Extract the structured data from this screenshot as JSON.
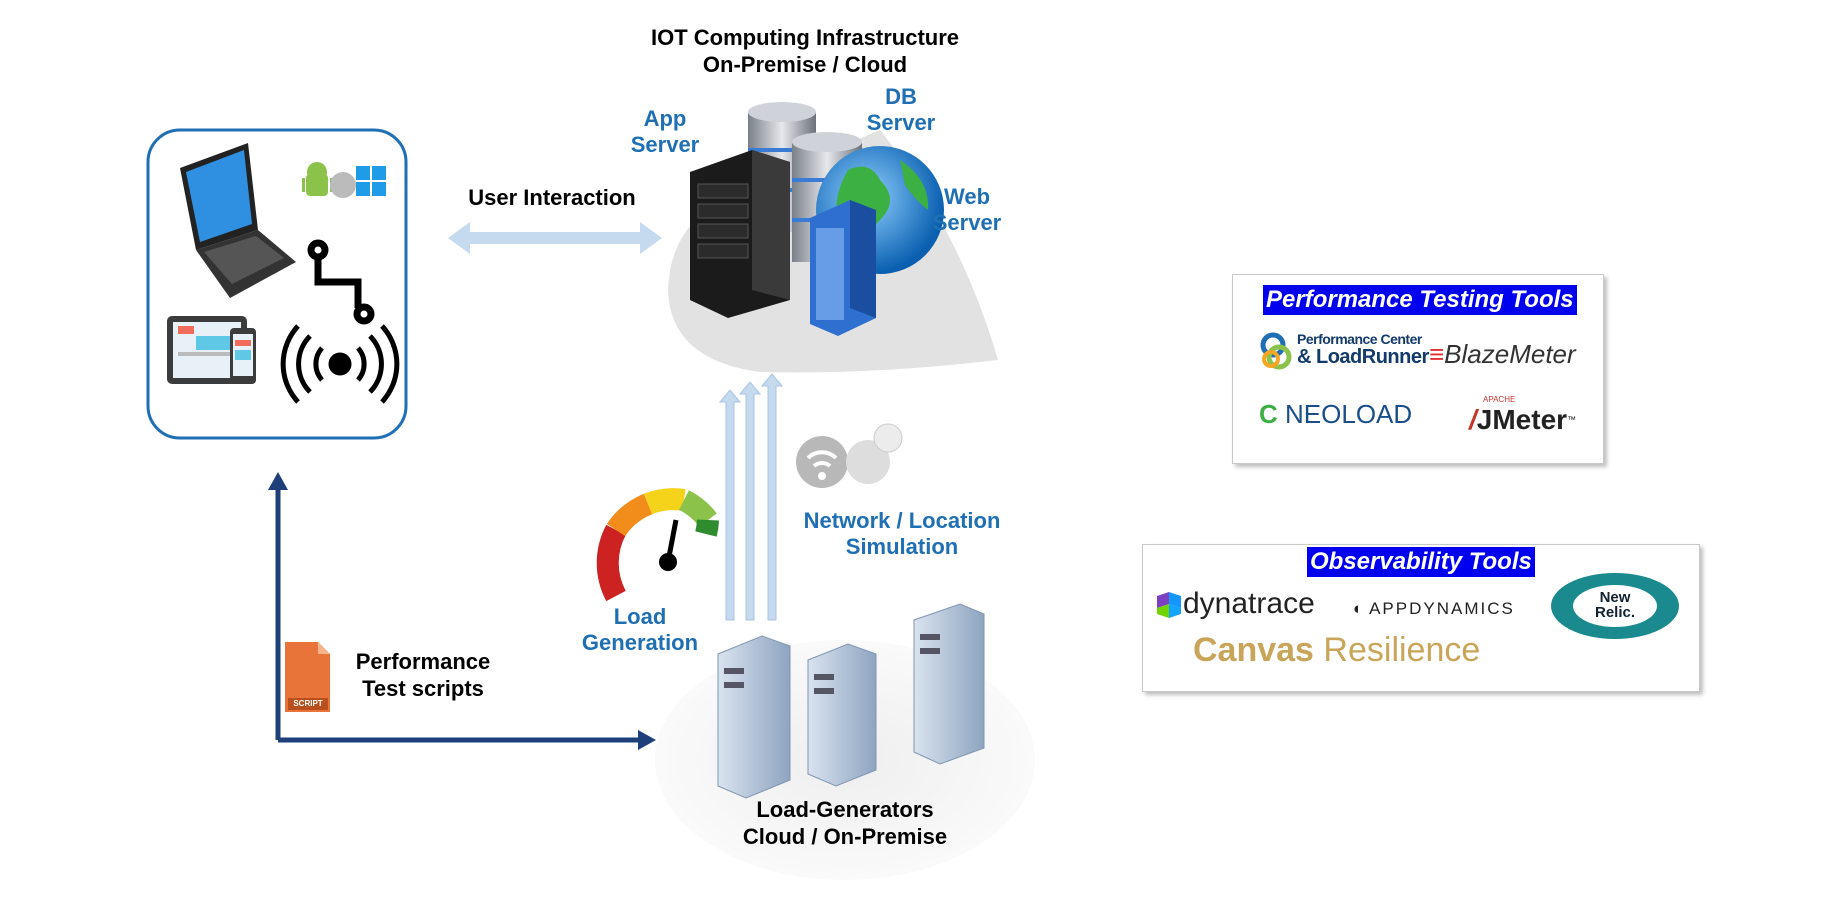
{
  "infra": {
    "title_line1": "IOT Computing Infrastructure",
    "title_line2": "On-Premise / Cloud"
  },
  "servers": {
    "app_line1": "App",
    "app_line2": "Server",
    "db_line1": "DB",
    "db_line2": "Server",
    "web_line1": "Web",
    "web_line2": "Server"
  },
  "user_interaction": "User Interaction",
  "network_sim": {
    "line1": "Network / Location",
    "line2": "Simulation"
  },
  "load_generation": {
    "line1": "Load",
    "line2": "Generation"
  },
  "scripts": {
    "line1": "Performance",
    "line2": "Test scripts",
    "icon_text": "SCRIPT"
  },
  "generators": {
    "line1": "Load-Generators",
    "line2": "Cloud / On-Premise"
  },
  "perf_tools": {
    "title": "Performance Testing Tools",
    "loadrunner_line1": "Performance Center",
    "loadrunner_line2": "& LoadRunner",
    "blazemeter": "BlazeMeter",
    "neoload": "NEOLOAD",
    "jmeter_small": "APACHE",
    "jmeter": "JMeter",
    "jmeter_tm": "™"
  },
  "obs_tools": {
    "title": "Observability Tools",
    "dynatrace": "dynatrace",
    "appdynamics": "APPDYNAMICS",
    "newrelic_line1": "New",
    "newrelic_line2": "Relic.",
    "canvas_a": "Canvas",
    "canvas_b": "Resilience"
  },
  "colors": {
    "primary_blue": "#1f6fb4",
    "dark_navy": "#1e3f7a",
    "light_arrow": "#c5d9ef",
    "title_bg": "#0000ee"
  }
}
